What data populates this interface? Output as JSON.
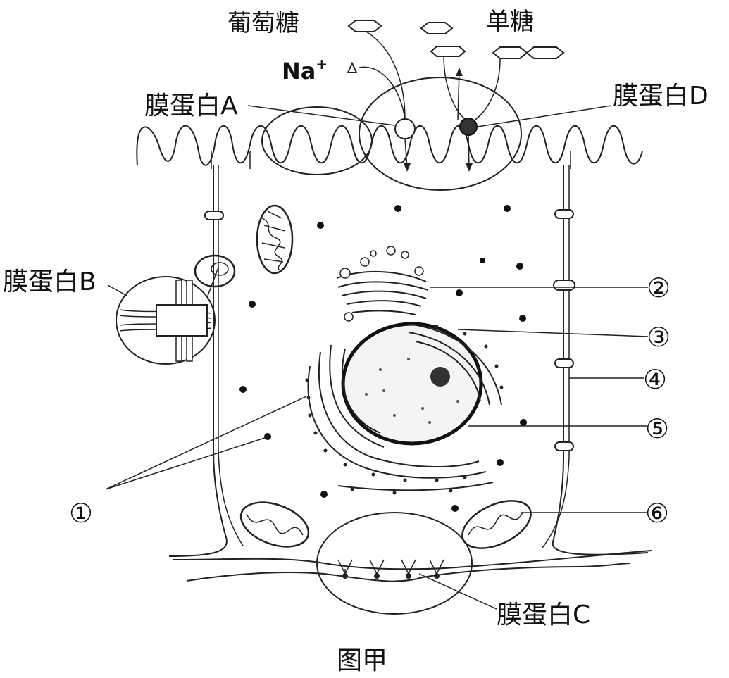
{
  "labels": {
    "glucose": "葡萄糖",
    "monosaccharide": "单糖",
    "na_base": "Na",
    "na_sup": "+",
    "protein_a": "膜蛋白A",
    "protein_d": "膜蛋白D",
    "protein_b": "膜蛋白B",
    "protein_c": "膜蛋白C",
    "n1": "①",
    "n2": "②",
    "n3": "③",
    "n4": "④",
    "n5": "⑤",
    "n6": "⑥",
    "caption": "图甲"
  }
}
